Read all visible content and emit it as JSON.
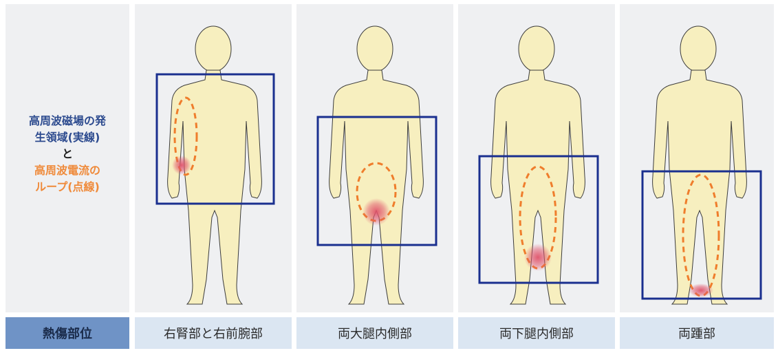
{
  "legend": {
    "field_line1": "高周波磁場の発",
    "field_line2": "生領域(実線)",
    "and": "と",
    "loop_line1": "高周波電流の",
    "loop_line2": "ループ(点線)"
  },
  "header_label": "熱傷部位",
  "cases": [
    {
      "label": "右腎部と右前腕部"
    },
    {
      "label": "両大腿内側部"
    },
    {
      "label": "両下腿内側部"
    },
    {
      "label": "両踵部"
    }
  ],
  "colors": {
    "panel_bg": "#eff0f2",
    "body_fill": "#f7efbf",
    "body_stroke": "#3b3b3b",
    "field_box": "#1a2f8f",
    "loop": "#ef7d2c",
    "burn": "#e0536a",
    "label_bg": "#dbe6f2",
    "header_bg": "#6f93c6"
  }
}
